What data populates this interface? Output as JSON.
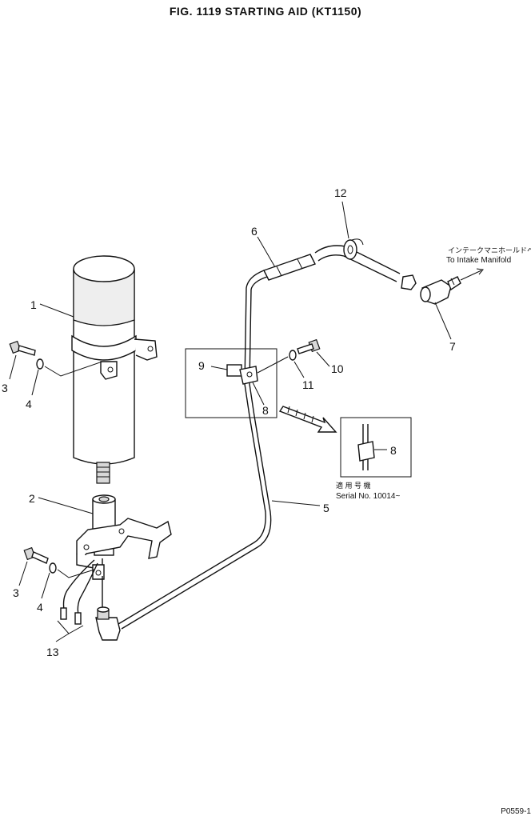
{
  "title": "FIG. 1119   STARTING AID (KT1150)",
  "callouts": {
    "p1": "1",
    "p2": "2",
    "p3a": "3",
    "p3b": "3",
    "p4a": "4",
    "p4b": "4",
    "p5": "5",
    "p6": "6",
    "p7": "7",
    "p8a": "8",
    "p8b": "8",
    "p9": "9",
    "p10": "10",
    "p11": "11",
    "p12": "12",
    "p13": "13"
  },
  "notes": {
    "intake_jp": "インテークマニホールドへ",
    "intake_en": "To Intake Manifold",
    "serial_jp": "適 用 号 機",
    "serial_en": "Serial No. 10014~"
  },
  "page_code": "P0559-1"
}
